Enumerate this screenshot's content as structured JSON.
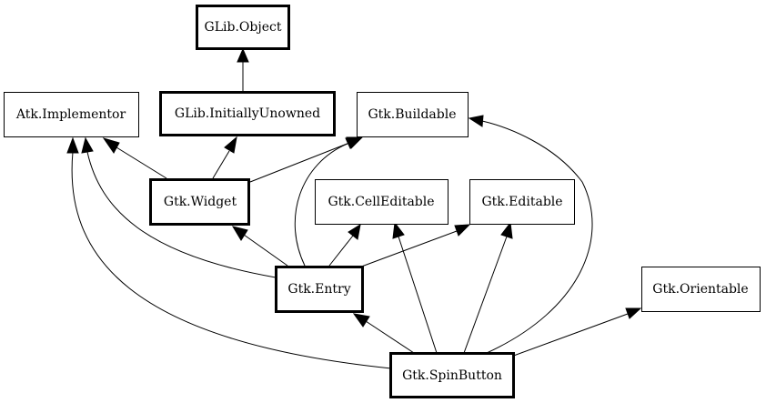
{
  "diagram": {
    "nodes": {
      "glib_object": "GLib.Object",
      "atk_implementor": "Atk.Implementor",
      "glib_initially_unowned": "GLib.InitiallyUnowned",
      "gtk_buildable": "Gtk.Buildable",
      "gtk_widget": "Gtk.Widget",
      "gtk_cell_editable": "Gtk.CellEditable",
      "gtk_editable": "Gtk.Editable",
      "gtk_entry": "Gtk.Entry",
      "gtk_orientable": "Gtk.Orientable",
      "gtk_spin_button": "Gtk.SpinButton"
    },
    "edges": [
      {
        "from": "GLib.InitiallyUnowned",
        "to": "GLib.Object"
      },
      {
        "from": "Gtk.Widget",
        "to": "GLib.InitiallyUnowned"
      },
      {
        "from": "Gtk.Widget",
        "to": "Atk.Implementor"
      },
      {
        "from": "Gtk.Widget",
        "to": "Gtk.Buildable"
      },
      {
        "from": "Gtk.Entry",
        "to": "Gtk.Widget"
      },
      {
        "from": "Gtk.Entry",
        "to": "Atk.Implementor"
      },
      {
        "from": "Gtk.Entry",
        "to": "Gtk.Buildable"
      },
      {
        "from": "Gtk.Entry",
        "to": "Gtk.CellEditable"
      },
      {
        "from": "Gtk.Entry",
        "to": "Gtk.Editable"
      },
      {
        "from": "Gtk.SpinButton",
        "to": "Gtk.Entry"
      },
      {
        "from": "Gtk.SpinButton",
        "to": "Atk.Implementor"
      },
      {
        "from": "Gtk.SpinButton",
        "to": "Gtk.Buildable"
      },
      {
        "from": "Gtk.SpinButton",
        "to": "Gtk.CellEditable"
      },
      {
        "from": "Gtk.SpinButton",
        "to": "Gtk.Editable"
      },
      {
        "from": "Gtk.SpinButton",
        "to": "Gtk.Orientable"
      }
    ]
  }
}
